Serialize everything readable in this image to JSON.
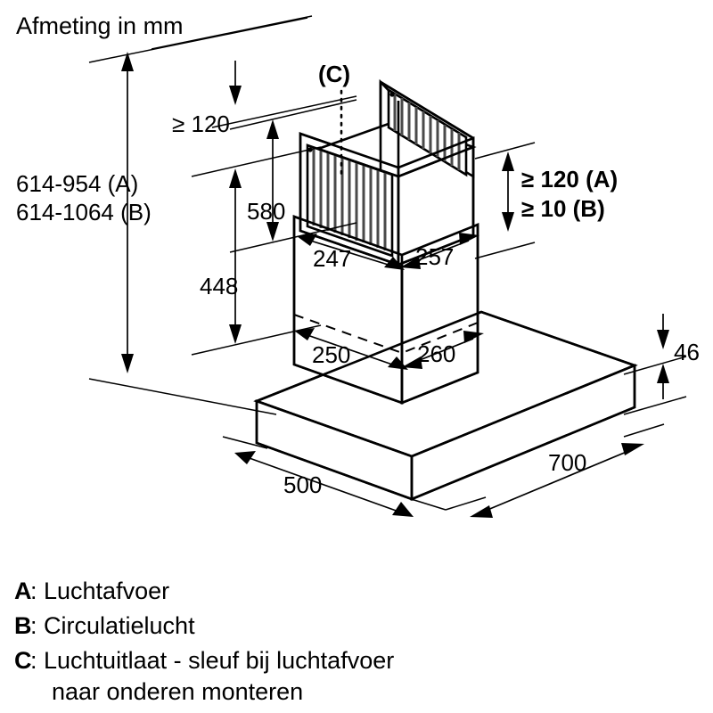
{
  "title": "Afmeting in mm",
  "dimensions": {
    "total_height": {
      "line_a": "614-954 (A)",
      "line_b": "614-1064 (B)",
      "value_a": "614-954",
      "value_b": "614-1064"
    },
    "top_clearance": "≥ 120",
    "chimney_upper": "580",
    "chimney_lower": "448",
    "upper_left_depth": "247",
    "upper_right_depth": "257",
    "lower_left_depth": "250",
    "lower_right_depth": "260",
    "side_clearance_a": "≥ 120 (A)",
    "side_clearance_b": "≥ 10 (B)",
    "canopy_thickness": "46",
    "canopy_depth": "500",
    "canopy_width": "700",
    "callout_c": "(C)"
  },
  "legend": [
    {
      "key": "A",
      "separator": ":",
      "text": "Luchtafvoer"
    },
    {
      "key": "B",
      "separator": ":",
      "text": "Circulatielucht"
    },
    {
      "key": "C",
      "separator": ":",
      "text": "Luchtuitlaat - sleuf bij luchtafvoer"
    },
    {
      "key": "",
      "separator": "",
      "text": "naar onderen monteren"
    }
  ],
  "legend_lines": {
    "a_key": "A",
    "a_text": ": Luchtafvoer",
    "b_key": "B",
    "b_text": ": Circulatielucht",
    "c_key": "C",
    "c_text": ": Luchtuitlaat - sleuf bij luchtafvoer",
    "c_text2": "naar onderen monteren"
  },
  "colors": {
    "stroke": "#000000",
    "background": "#ffffff",
    "slot_shade": "#4a4a4a"
  },
  "chart_data": {
    "type": "diagram",
    "title": "Afmeting in mm",
    "subject": "wall-mounted cooker hood (box chimney) installation dimensions",
    "units": "mm",
    "measurements": [
      {
        "label": "614-954 (A)",
        "meaning": "total installed height, air extraction mode",
        "min": 614,
        "max": 954
      },
      {
        "label": "614-1064 (B)",
        "meaning": "total installed height, recirculation mode",
        "min": 614,
        "max": 1064
      },
      {
        "label": "≥ 120",
        "meaning": "minimum clearance above chimney to ceiling",
        "min": 120
      },
      {
        "label": "580",
        "meaning": "upper chimney section height",
        "value": 580
      },
      {
        "label": "448",
        "meaning": "lower chimney section height",
        "value": 448
      },
      {
        "label": "247",
        "meaning": "upper chimney left face depth",
        "value": 247
      },
      {
        "label": "257",
        "meaning": "upper chimney right face width",
        "value": 257
      },
      {
        "label": "250",
        "meaning": "lower chimney left face depth",
        "value": 250
      },
      {
        "label": "260",
        "meaning": "lower chimney right face width",
        "value": 260
      },
      {
        "label": "≥ 120 (A)",
        "meaning": "minimum rear clearance, air extraction",
        "min": 120
      },
      {
        "label": "≥ 10 (B)",
        "meaning": "minimum rear clearance, recirculation",
        "min": 10
      },
      {
        "label": "46",
        "meaning": "canopy slab thickness",
        "value": 46
      },
      {
        "label": "500",
        "meaning": "canopy depth",
        "value": 500
      },
      {
        "label": "700",
        "meaning": "canopy width",
        "value": 700
      }
    ],
    "notes": [
      "A: Luchtafvoer",
      "B: Circulatielucht",
      "C: Luchtuitlaat - sleuf bij luchtafvoer naar onderen monteren"
    ]
  }
}
